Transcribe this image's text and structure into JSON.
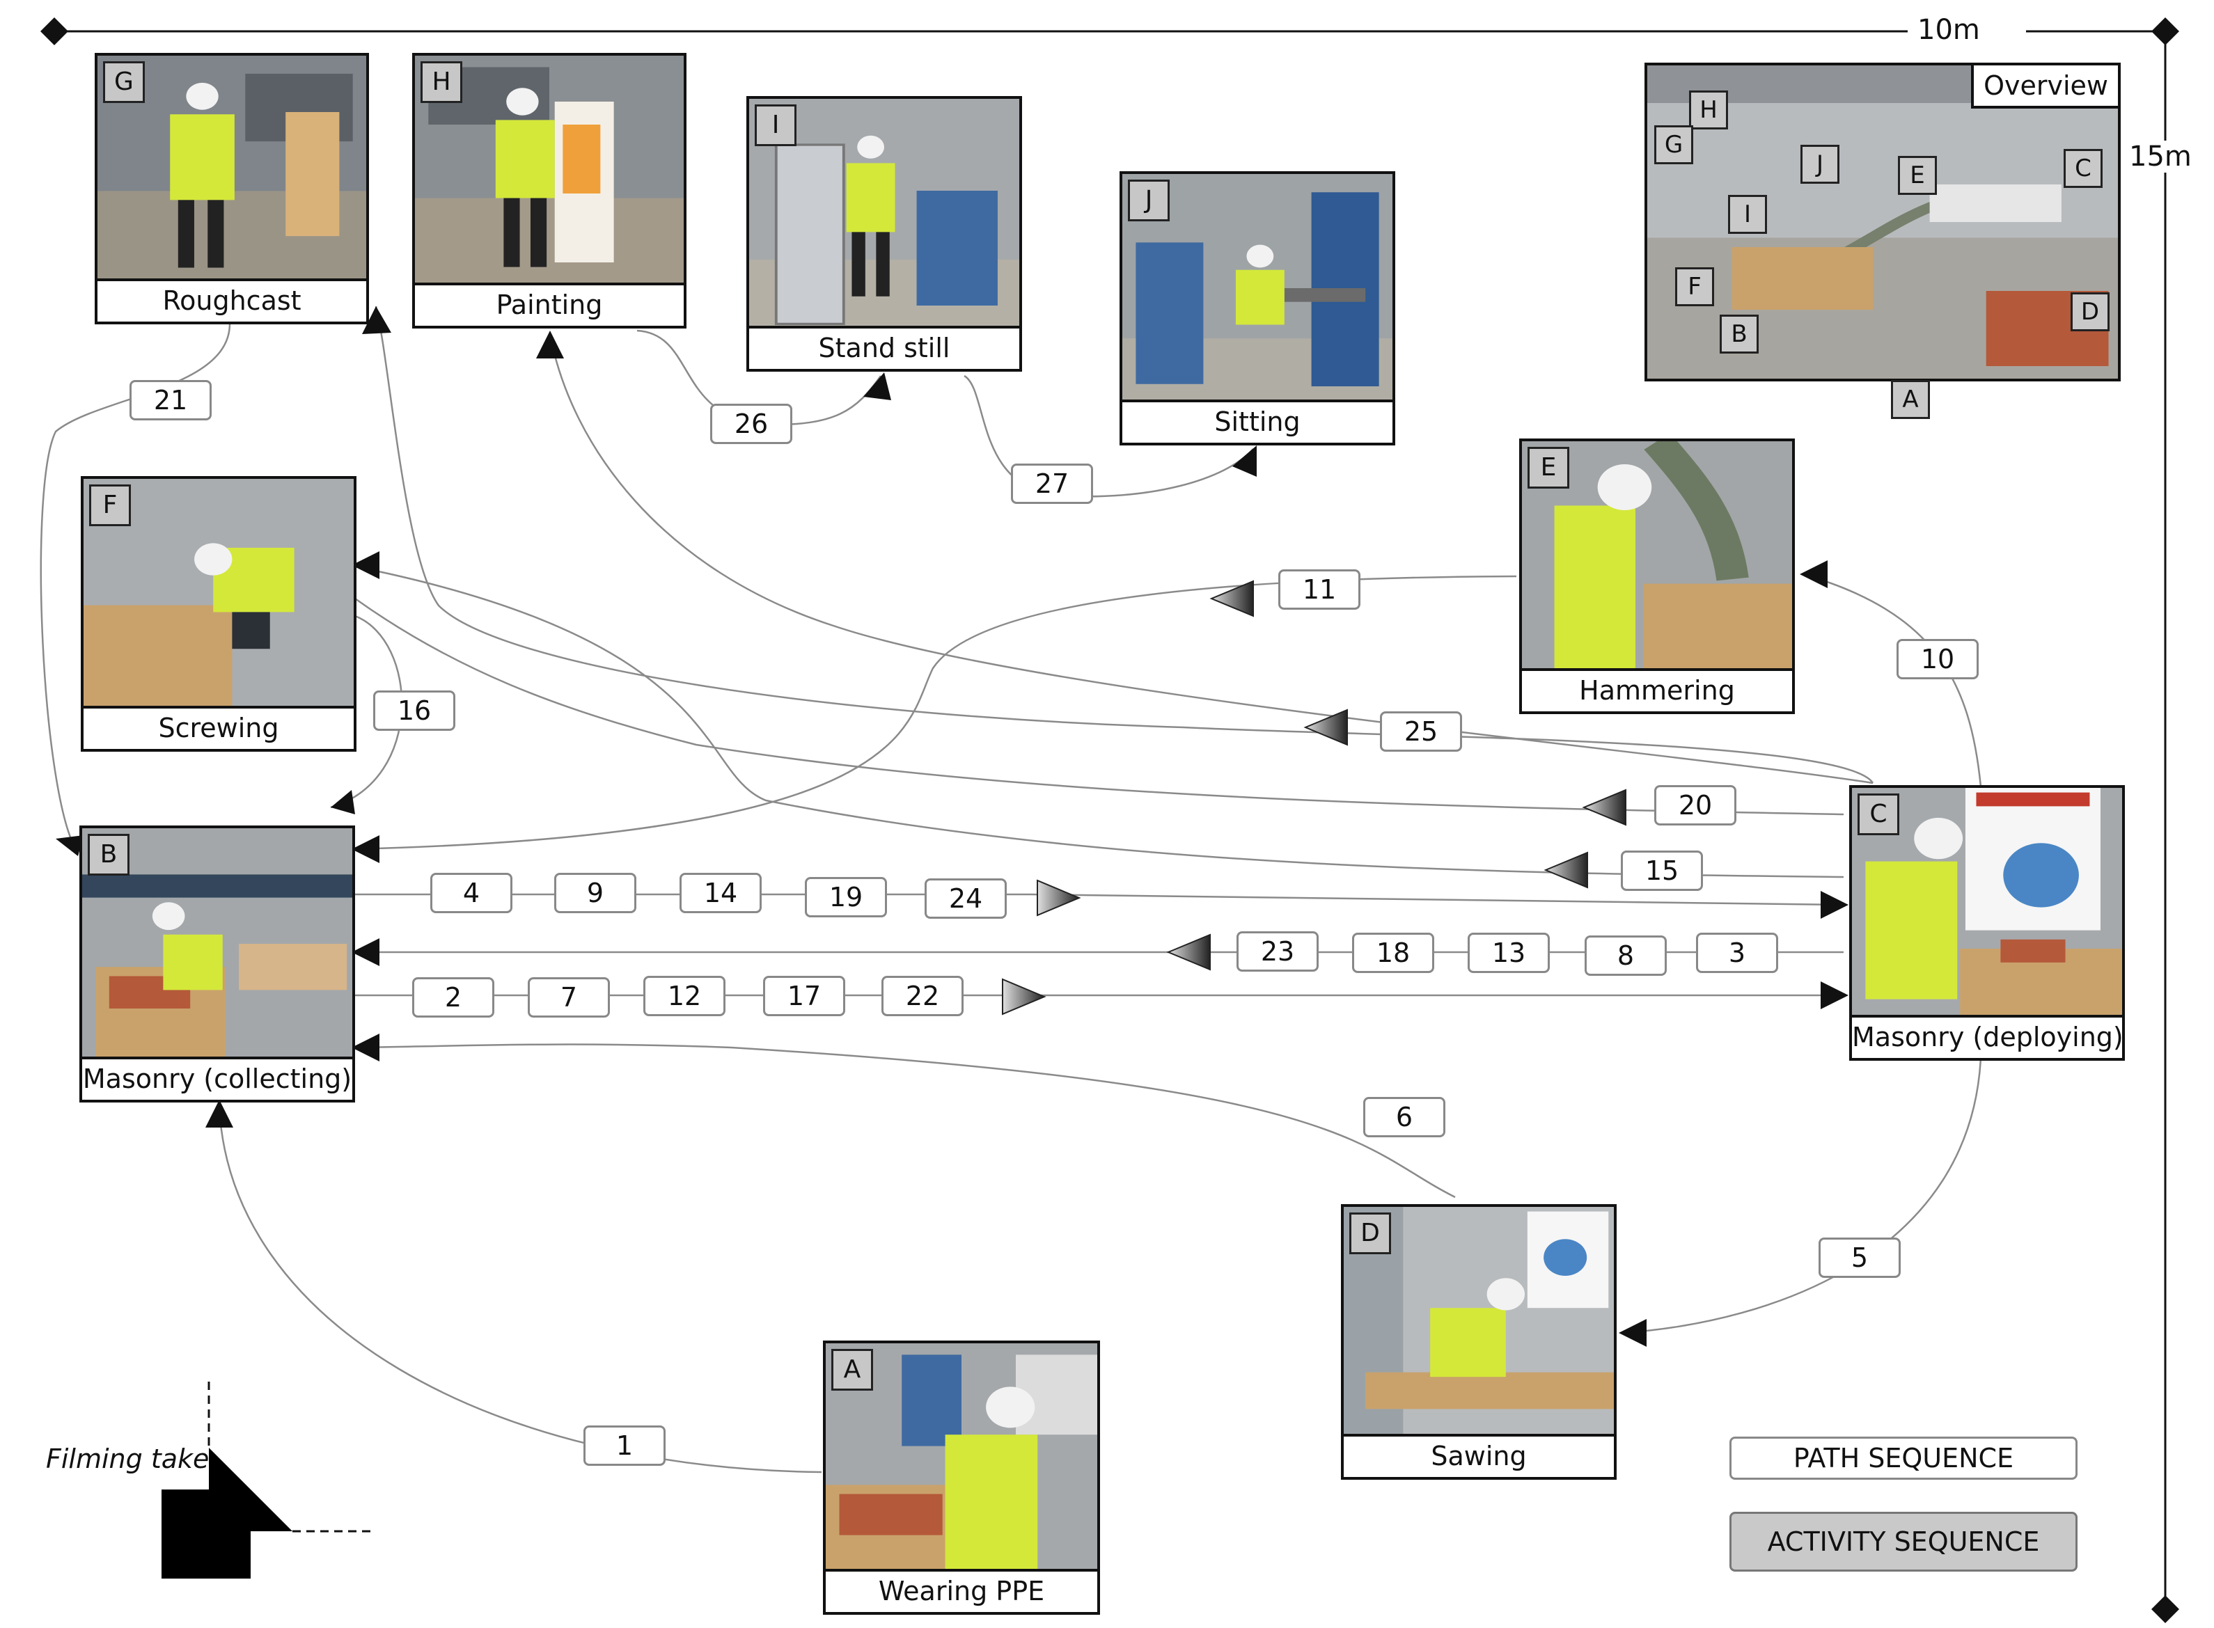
{
  "scale": {
    "width_label": "10m",
    "height_label": "15m"
  },
  "stations": {
    "G": {
      "letter": "G",
      "label": "Roughcast"
    },
    "H": {
      "letter": "H",
      "label": "Painting"
    },
    "I": {
      "letter": "I",
      "label": "Stand still"
    },
    "J": {
      "letter": "J",
      "label": "Sitting"
    },
    "F": {
      "letter": "F",
      "label": "Screwing"
    },
    "E": {
      "letter": "E",
      "label": "Hammering"
    },
    "B": {
      "letter": "B",
      "label": "Masonry (collecting)"
    },
    "C": {
      "letter": "C",
      "label": "Masonry (deploying)"
    },
    "D": {
      "letter": "D",
      "label": "Sawing"
    },
    "A": {
      "letter": "A",
      "label": "Wearing PPE"
    }
  },
  "overview": {
    "label": "Overview",
    "tags": [
      "H",
      "G",
      "J",
      "E",
      "C",
      "I",
      "F",
      "B",
      "D",
      "A"
    ]
  },
  "path_steps": [
    "1",
    "2",
    "3",
    "4",
    "5",
    "6",
    "7",
    "8",
    "9",
    "10",
    "11",
    "12",
    "13",
    "14",
    "15",
    "16",
    "17",
    "18",
    "19",
    "20",
    "21",
    "22",
    "23",
    "24",
    "25",
    "26",
    "27"
  ],
  "legend": {
    "path": "PATH SEQUENCE",
    "activity": "ACTIVITY SEQUENCE"
  },
  "camera": {
    "label": "Filming take"
  },
  "colors": {
    "line": "#8a8a8a",
    "frame": "#111111",
    "tag_fill": "#c7c7c7",
    "activity_fill": "#c9c9c9"
  }
}
